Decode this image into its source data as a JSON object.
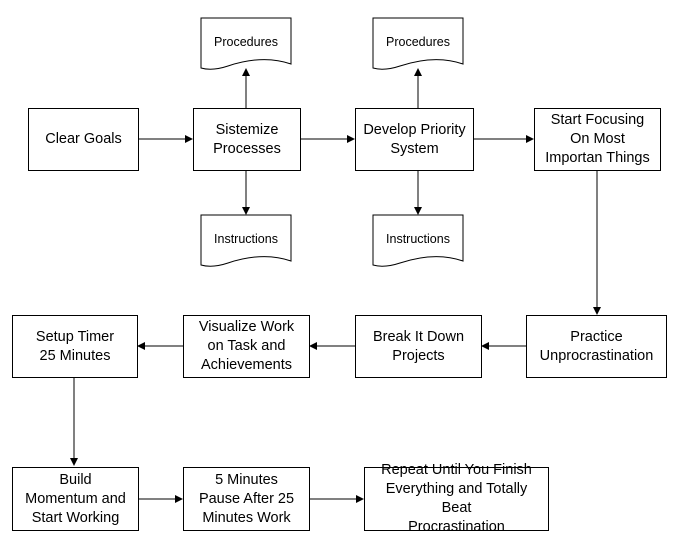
{
  "nodes": {
    "clear_goals": "Clear Goals",
    "sistemize": "Sistemize\nProcesses",
    "develop_priority": "Develop Priority\nSystem",
    "start_focusing": "Start Focusing\nOn Most\nImportan Things",
    "practice": "Practice\nUnprocrastination",
    "break_down": "Break It Down\nProjects",
    "visualize": "Visualize Work\non Task and\nAchievements",
    "setup_timer": "Setup Timer\n25 Minutes",
    "build_momentum": "Build\nMomentum and\nStart Working",
    "pause": "5 Minutes\nPause After 25\nMinutes Work",
    "repeat": "Repeat Until You Finish\nEverything and Totally Beat\nProcrastination"
  },
  "documents": {
    "procedures_1": "Procedures",
    "procedures_2": "Procedures",
    "instructions_1": "Instructions",
    "instructions_2": "Instructions"
  }
}
